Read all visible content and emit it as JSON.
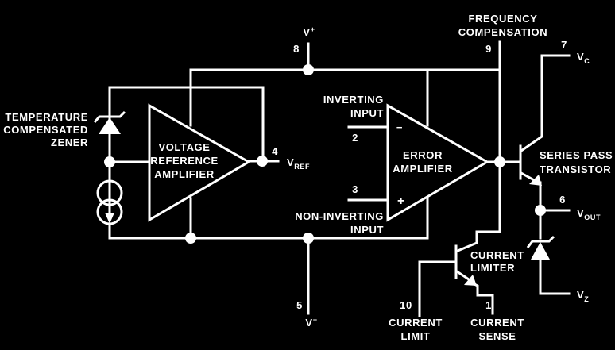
{
  "colors": {
    "background": "#000000",
    "foreground": "#ffffff"
  },
  "labels": {
    "temp_zener": [
      "TEMPERATURE",
      "COMPENSATED",
      "ZENER"
    ],
    "vref_amp": [
      "VOLTAGE",
      "REFERENCE",
      "AMPLIFIER"
    ],
    "error_amp": [
      "ERROR",
      "AMPLIFIER"
    ],
    "inverting_input": [
      "INVERTING",
      "INPUT"
    ],
    "non_inverting_input": [
      "NON-INVERTING",
      "INPUT"
    ],
    "freq_comp": [
      "FREQUENCY",
      "COMPENSATION"
    ],
    "series_pass": [
      "SERIES PASS",
      "TRANSISTOR"
    ],
    "current_limiter": [
      "CURRENT",
      "LIMITER"
    ],
    "current_limit": [
      "CURRENT",
      "LIMIT"
    ],
    "current_sense": [
      "CURRENT",
      "SENSE"
    ],
    "minus_sign": "−",
    "plus_sign": "+"
  },
  "pins": {
    "p1": "1",
    "p2": "2",
    "p3": "3",
    "p4": "4",
    "p5": "5",
    "p6": "6",
    "p7": "7",
    "p8": "8",
    "p9": "9",
    "p10": "10"
  },
  "signals": {
    "vplus": {
      "main": "V",
      "sup": "+"
    },
    "vminus": {
      "main": "V",
      "sup": "−"
    },
    "vref": {
      "main": "V",
      "sub": "REF"
    },
    "vc": {
      "main": "V",
      "sub": "C"
    },
    "vout": {
      "main": "V",
      "sub": "OUT"
    },
    "vz": {
      "main": "V",
      "sub": "Z"
    }
  }
}
